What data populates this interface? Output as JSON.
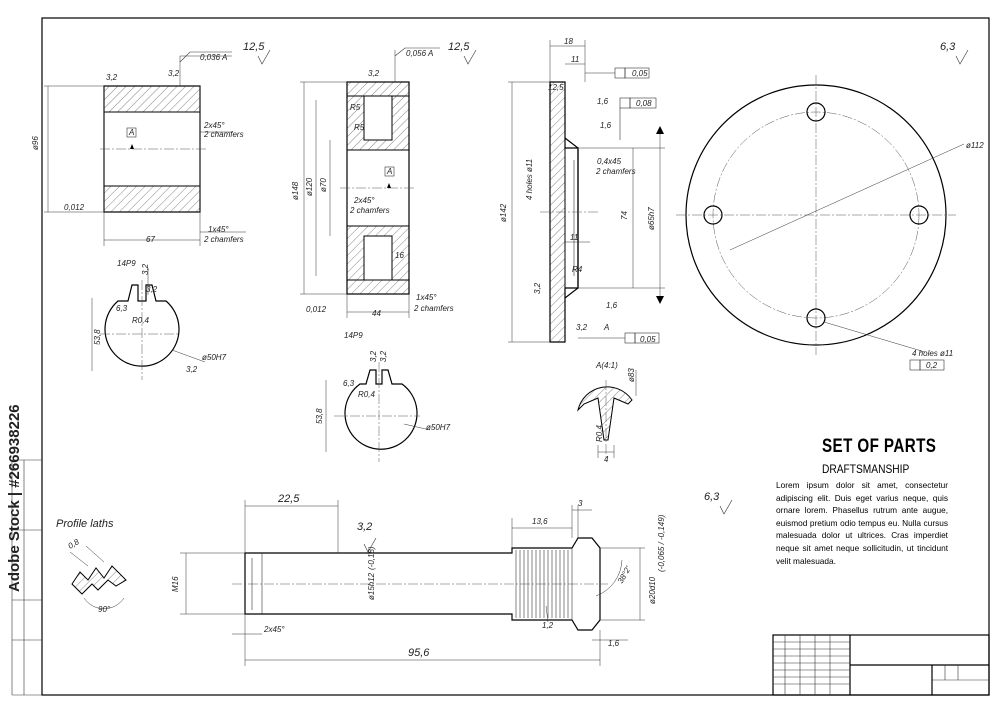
{
  "title": "SET OF PARTS",
  "subtitle": "DRAFTSMANSHIP",
  "description": "Lorem ipsum dolor sit amet, consectetur adipiscing elit. Duis eget varius neque, quis ornare lorem. Phasellus rutrum ante augue, euismod pretium odio tempus eu. Nulla cursus malesuada dolor ut ultrices. Cras imperdiet neque sit amet neque sollicitudin, ut tincidunt velit malesuada.",
  "side_id": "Adobe Stock | #266938226",
  "profile_label": "Profile laths",
  "part1": {
    "roughness": "12,5",
    "tol_top": "0,036",
    "datum": "A",
    "r_left": "3,2",
    "r_right": "3,2",
    "dia": "ø96",
    "chamfer": "2x45°",
    "chamfer_note": "2 chamfers",
    "tol_bottom": "0,012",
    "length": "67",
    "chamfer2": "1x45°"
  },
  "part1_section": {
    "key": "14P9",
    "r1": "3,2",
    "r2": "3,2",
    "rough": "6,3",
    "radius": "R0,4",
    "height": "53,8",
    "bore": "ø50H7",
    "r3": "3,2"
  },
  "part2": {
    "roughness": "12,5",
    "tol_top": "0,056",
    "datum": "A",
    "r_top": "3,2",
    "r1": "R5",
    "r2": "R5",
    "d1": "ø148",
    "d2": "ø120",
    "d3": "ø70",
    "chamfer": "2x45°",
    "chamfer_note": "2 chamfers",
    "web": "16",
    "tol_bottom": "0,012",
    "length": "44",
    "chamfer2": "1x45°",
    "chamfer2_note": "2 chamfers"
  },
  "part2_section": {
    "key": "14P9",
    "r1": "3,2",
    "r2": "3,2",
    "rough": "6,3",
    "radius": "R0,4",
    "height": "53,8",
    "bore": "ø50H7"
  },
  "part3": {
    "roughness": "12,5",
    "w1": "18",
    "w2": "11",
    "tol1": "0,05",
    "tol2": "0,08",
    "r1": "1,6",
    "r2": "1,6",
    "holes": "4 holes ø11",
    "d1": "ø142",
    "chamfer": "0,4x45",
    "chamfer_note": "2 chamfers",
    "len74": "74",
    "d2": "ø65h7",
    "w3": "11",
    "radius": "R4",
    "r3": "3,2",
    "r4": "1,6",
    "r5": "3,2",
    "datum": "A",
    "tol3": "0,05",
    "section_label": "A(4:1)",
    "sec_dia": "ø83",
    "sec_radius": "R0,4",
    "sec_width": "4"
  },
  "part4": {
    "roughness": "6,3",
    "dia": "ø112",
    "holes": "4 holes ø11",
    "pos_tol": "0,2"
  },
  "shaft": {
    "roughness": "6,3",
    "len_thread": "22,5",
    "rough_mid": "3,2",
    "len_spline": "13,6",
    "len_collar": "3",
    "thread": "M16",
    "chamfer": "2x45°",
    "dia_mid": "ø15h12",
    "dia_mid_tol": "(-0,18)",
    "angle": "38°2'",
    "dia_end": "ø20d10",
    "dia_end_tol": "(-0,065 / -0,149)",
    "r_a": "1,2",
    "r_b": "1,6",
    "total": "95,6"
  },
  "profile": {
    "width": "0,8",
    "angle": "90°"
  }
}
